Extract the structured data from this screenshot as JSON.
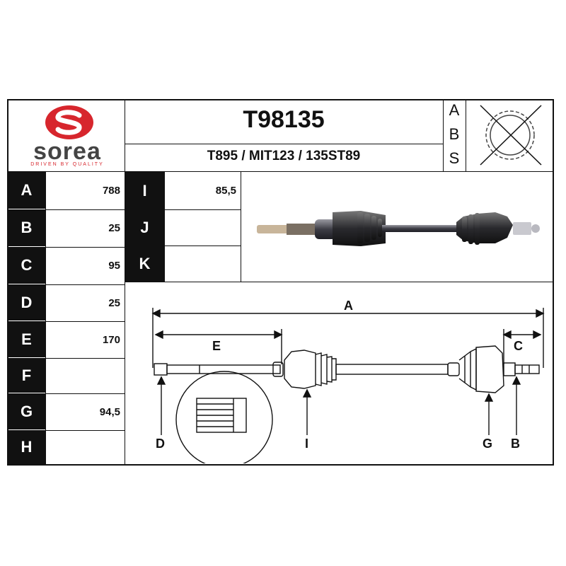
{
  "brand": {
    "name": "sorea",
    "tagline": "DRIVEN BY QUALITY",
    "logo_color": "#d7262d"
  },
  "header": {
    "part_number": "T98135",
    "cross_refs": "T895 / MIT123 / 135ST89"
  },
  "abs_panel": {
    "letters": [
      "A",
      "B",
      "S"
    ],
    "icon": "abs-ring-crossed-icon"
  },
  "dimensions_left": [
    {
      "key": "A",
      "value": "788"
    },
    {
      "key": "B",
      "value": "25"
    },
    {
      "key": "C",
      "value": "95"
    },
    {
      "key": "D",
      "value": "25"
    },
    {
      "key": "E",
      "value": "170"
    },
    {
      "key": "F",
      "value": ""
    },
    {
      "key": "G",
      "value": "94,5"
    },
    {
      "key": "H",
      "value": ""
    }
  ],
  "dimensions_right": [
    {
      "key": "I",
      "value": "85,5"
    },
    {
      "key": "J",
      "value": ""
    },
    {
      "key": "K",
      "value": ""
    }
  ],
  "diagram": {
    "label_a": "A",
    "label_e": "E",
    "label_c": "C",
    "label_d": "D",
    "label_i": "I",
    "label_g": "G",
    "label_b": "B"
  }
}
